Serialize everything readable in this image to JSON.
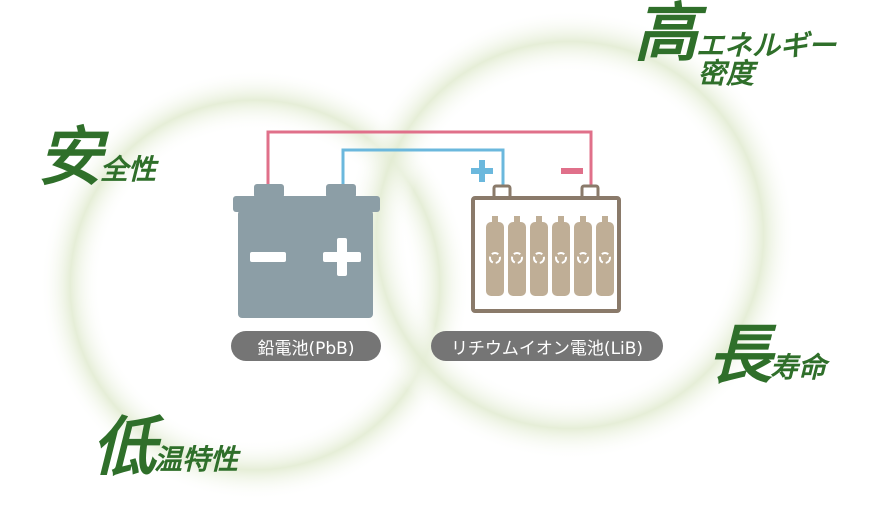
{
  "features": {
    "safety": {
      "big": "安",
      "small": "全性"
    },
    "energy_density": {
      "big": "高",
      "small": "エネルギー",
      "line2": "密度"
    },
    "long_life": {
      "big": "長",
      "small": "寿命"
    },
    "low_temp": {
      "big": "低",
      "small": "温特性"
    }
  },
  "batteries": {
    "lead_acid": {
      "label": "鉛電池(PbB)"
    },
    "lithium_ion": {
      "label": "リチウムイオン電池(LiB)"
    }
  },
  "terminals": {
    "plus": "+",
    "minus": "−"
  },
  "colors": {
    "positive_wire": "#6bb8dd",
    "negative_wire": "#e0708a",
    "lead_battery": "#8c9ea6",
    "lithium_cell": "#bfae96",
    "feature_text": "#2f6f2a",
    "glow": "#e3ecd3"
  }
}
